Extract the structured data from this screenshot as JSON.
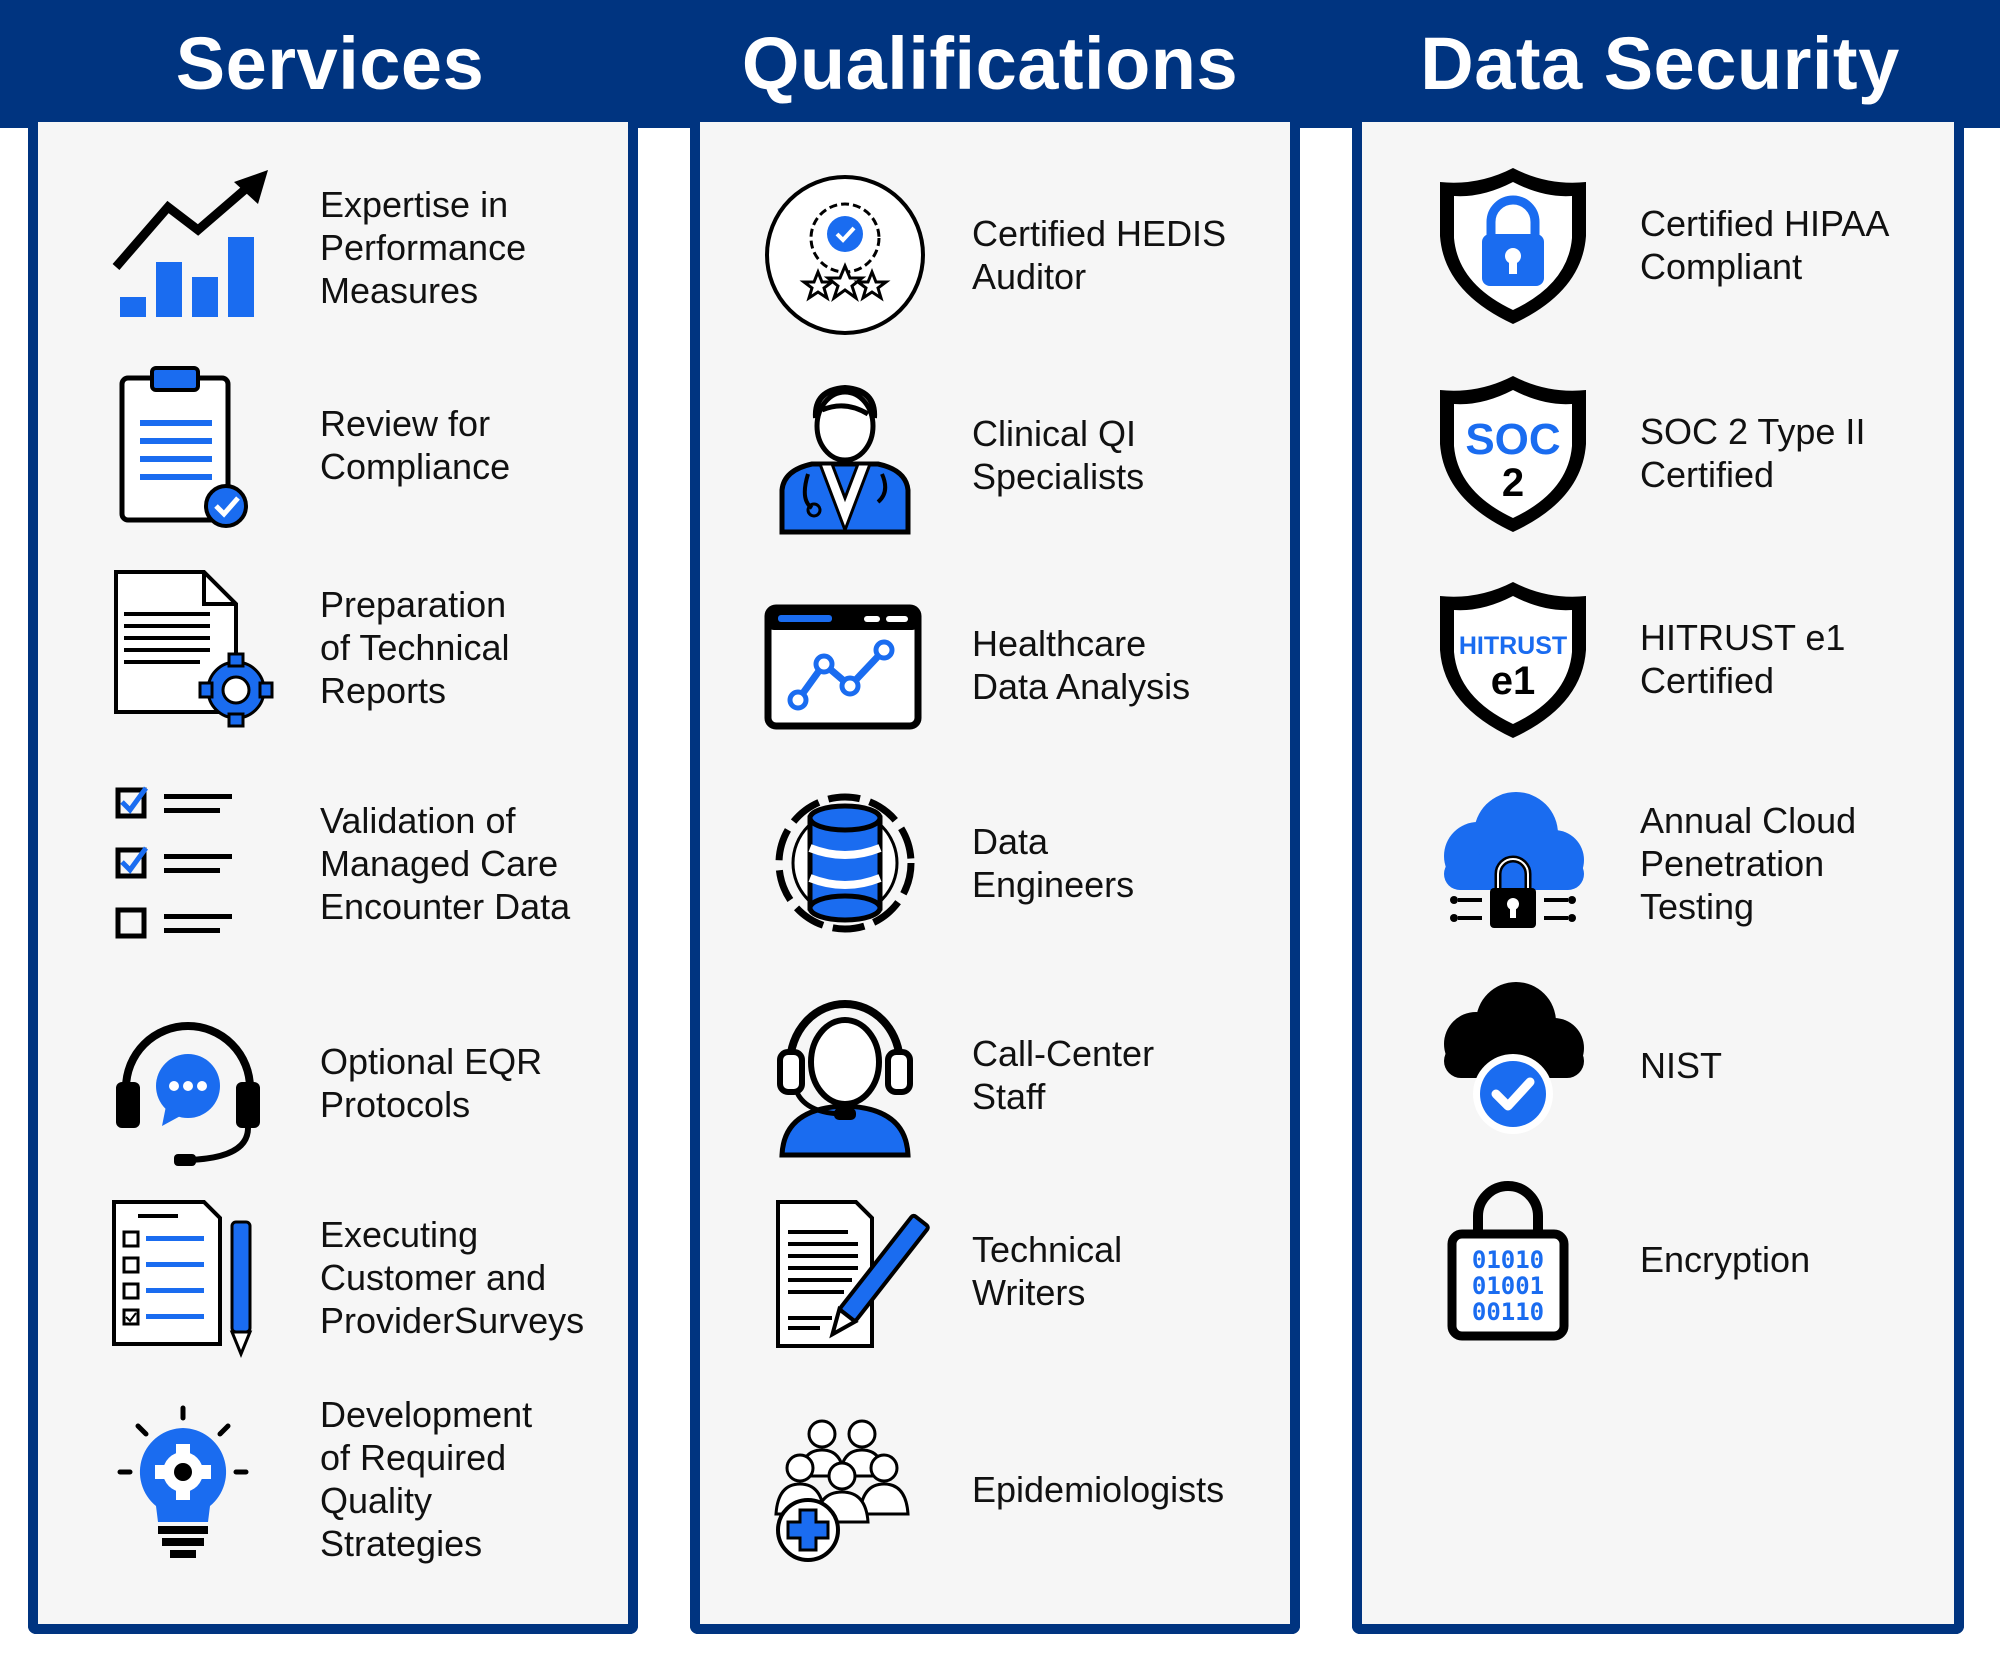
{
  "colors": {
    "banner": "#003480",
    "accent": "#1a6cf0",
    "panel": "#f6f6f6",
    "text": "#111111"
  },
  "columns": [
    {
      "title": "Services",
      "items": [
        {
          "label": "Expertise in\nPerformance\nMeasures",
          "icon": "chart-growth-icon"
        },
        {
          "label": "Review for\nCompliance",
          "icon": "clipboard-check-icon"
        },
        {
          "label": "Preparation\nof Technical\nReports",
          "icon": "document-gear-icon"
        },
        {
          "label": "Validation of\nManaged Care\nEncounter Data",
          "icon": "checklist-icon"
        },
        {
          "label": "Optional EQR\nProtocols",
          "icon": "headset-chat-icon"
        },
        {
          "label": "Executing\nCustomer and\nProviderSurveys",
          "icon": "survey-pen-icon"
        },
        {
          "label": "Development\nof Required\nQuality\nStrategies",
          "icon": "lightbulb-gear-icon"
        }
      ]
    },
    {
      "title": "Qualifications",
      "items": [
        {
          "label": "Certified HEDIS\nAuditor",
          "icon": "award-badge-icon"
        },
        {
          "label": "Clinical QI\nSpecialists",
          "icon": "doctor-icon"
        },
        {
          "label": "Healthcare\nData Analysis",
          "icon": "browser-analytics-icon"
        },
        {
          "label": "Data\nEngineers",
          "icon": "database-gear-icon"
        },
        {
          "label": "Call-Center\nStaff",
          "icon": "call-agent-icon"
        },
        {
          "label": "Technical\nWriters",
          "icon": "document-pen-icon"
        },
        {
          "label": "Epidemiologists",
          "icon": "people-medical-icon"
        }
      ]
    },
    {
      "title": "Data Security",
      "items": [
        {
          "label": "Certified HIPAA\nCompliant",
          "icon": "shield-lock-icon"
        },
        {
          "label": "SOC 2 Type II\nCertified",
          "icon": "soc2-shield-icon",
          "badge": [
            "SOC",
            "2"
          ]
        },
        {
          "label": "HITRUST e1\nCertified",
          "icon": "hitrust-shield-icon",
          "badge": [
            "HITRUST",
            "e1"
          ]
        },
        {
          "label": "Annual Cloud\nPenetration\nTesting",
          "icon": "cloud-lock-icon"
        },
        {
          "label": "NIST",
          "icon": "cloud-check-icon"
        },
        {
          "label": "Encryption",
          "icon": "binary-padlock-icon",
          "badge": [
            "01010",
            "01001",
            "00110"
          ]
        }
      ]
    }
  ]
}
